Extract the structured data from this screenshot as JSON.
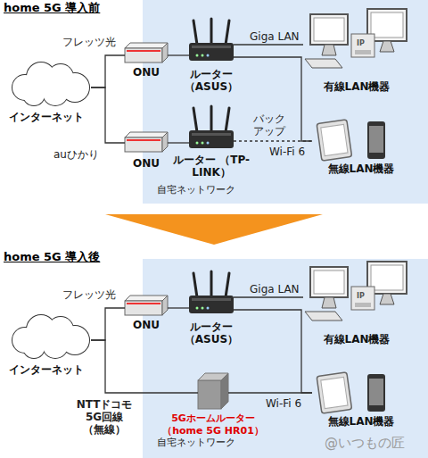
{
  "diagram": {
    "nodes": [
      {
        "text": [
          "自宅ネットワーク"
        ]
      },
      {
        "text": [
          "インターネット"
        ]
      },
      {
        "text": [
          "ONU"
        ]
      },
      {
        "text": [
          "ルーター （ASUS）"
        ],
        "in": 0
      },
      {
        "text": [
          "有線LAN機器"
        ],
        "in": 0
      },
      {
        "text": [
          "ONU"
        ]
      },
      {
        "text": [
          "ルーター （TP-LINK）"
        ],
        "in": 0
      },
      {
        "text": [
          "無線LAN機器"
        ],
        "in": 0
      },
      {
        "text": [
          "自宅ネットワーク"
        ]
      },
      {
        "text": [
          "インターネット"
        ]
      },
      {
        "text": [
          "ONU"
        ]
      },
      {
        "text": [
          "ルーター （ASUS）"
        ],
        "in": 8
      },
      {
        "text": [
          "有線LAN機器"
        ],
        "in": 8
      },
      {
        "text": [
          "5Gホームルーター （home 5G HR01）"
        ],
        "in": 8
      },
      {
        "text": [
          "無線LAN機器"
        ],
        "in": 8
      }
    ],
    "edges": [
      {
        "from": 1,
        "to": 2,
        "label": "フレッツ光",
        "arrow": "none"
      },
      {
        "from": 2,
        "to": 3,
        "arrow": "none"
      },
      {
        "from": 3,
        "to": 4,
        "label": "Giga LAN",
        "arrow": "none"
      },
      {
        "from": 3,
        "to": 7,
        "label": "Wi-Fi 6",
        "arrow": "none"
      },
      {
        "from": 1,
        "to": 5,
        "label": "auひかり",
        "arrow": "none"
      },
      {
        "from": 5,
        "to": 6,
        "arrow": "none"
      },
      {
        "from": 6,
        "to": 7,
        "label": "バック アップ",
        "arrow": "none"
      },
      {
        "from": 9,
        "to": 10,
        "label": "フレッツ光",
        "arrow": "none"
      },
      {
        "from": 10,
        "to": 11,
        "arrow": "none"
      },
      {
        "from": 11,
        "to": 12,
        "label": "Giga LAN",
        "arrow": "none"
      },
      {
        "from": 11,
        "to": 14,
        "arrow": "none"
      },
      {
        "from": 9,
        "to": 13,
        "label": "NTTドコモ 5G回線 （無線）",
        "arrow": "none"
      },
      {
        "from": 13,
        "to": 14,
        "label": "Wi-Fi 6",
        "arrow": "none"
      }
    ],
    "labels": [
      "home 5G 導入前",
      "IP",
      "home 5G 導入後",
      "IP",
      "@いつもの匠"
    ]
  }
}
